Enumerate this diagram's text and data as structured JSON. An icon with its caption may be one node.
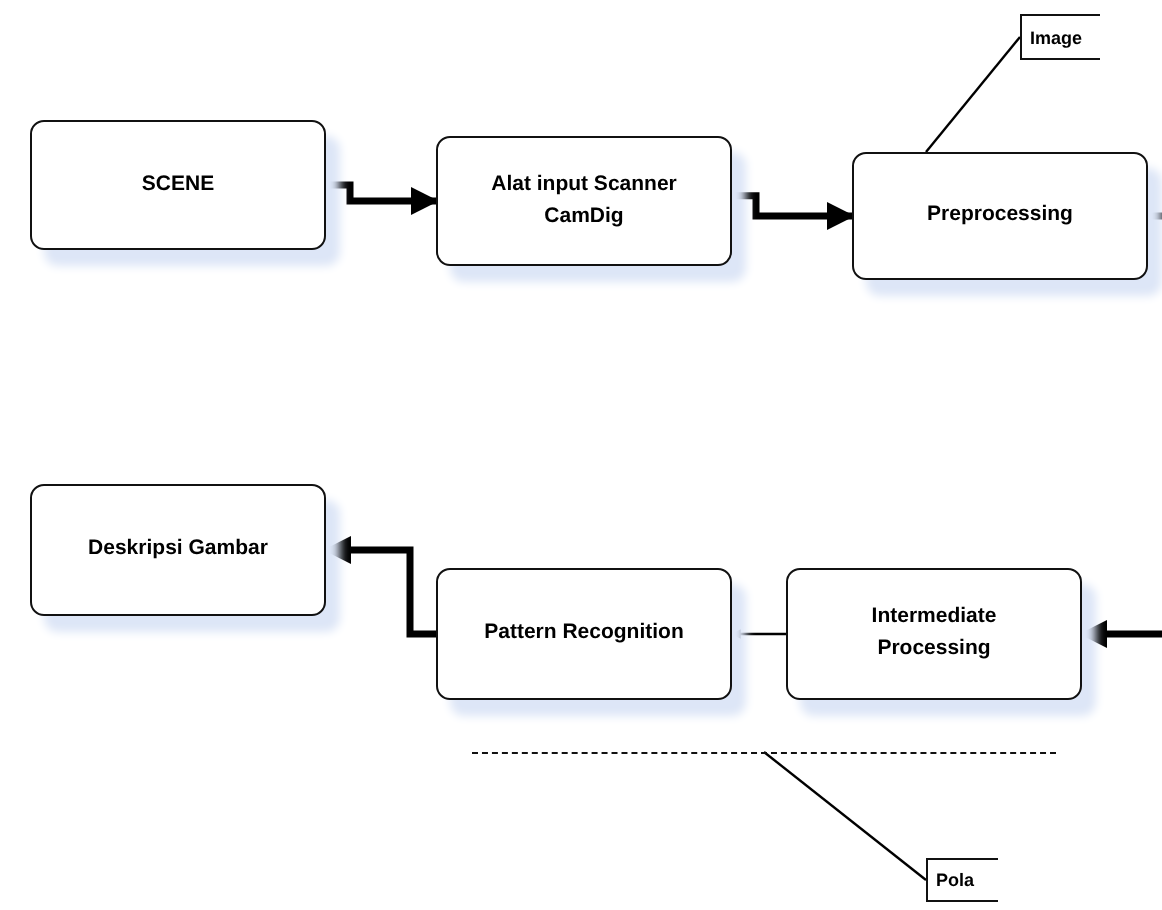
{
  "diagram": {
    "nodes": [
      {
        "text": [
          "SCENE"
        ]
      },
      {
        "text": [
          "Alat input Scanner CamDig"
        ]
      },
      {
        "text": [
          "Preprocessing"
        ]
      },
      {
        "text": [
          "Image"
        ]
      },
      {
        "text": [
          "Deskripsi Gambar"
        ]
      },
      {
        "text": [
          "Pattern Recognition"
        ]
      },
      {
        "text": [
          "Intermediate Processing"
        ]
      },
      {
        "text": [],
        "shape": "line"
      },
      {
        "text": [
          "Pola"
        ]
      }
    ],
    "edges": [
      {
        "from": 0,
        "to": 1,
        "arrow": "to"
      },
      {
        "from": 1,
        "to": 2,
        "arrow": "to"
      },
      {
        "from": 2,
        "to": null,
        "arrow": "none"
      },
      {
        "from": null,
        "to": 6,
        "arrow": "to"
      },
      {
        "from": 6,
        "to": 5,
        "arrow": "to"
      },
      {
        "from": 5,
        "to": 4,
        "arrow": "to"
      },
      {
        "from": 3,
        "to": 2,
        "arrow": "none"
      },
      {
        "from": 8,
        "to": 7,
        "arrow": "none"
      }
    ]
  }
}
